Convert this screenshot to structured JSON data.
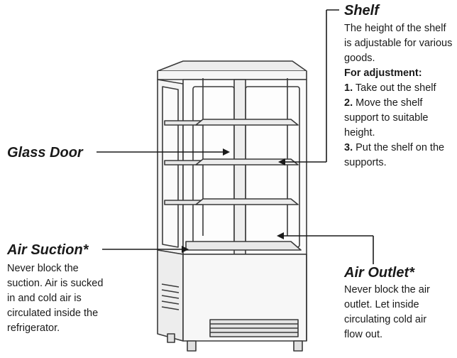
{
  "shelf": {
    "title": "Shelf",
    "description": "The height of the shelf is adjustable for various goods.",
    "adjustment_heading": "For adjustment:",
    "steps": [
      {
        "num": "1.",
        "text": "Take out the shelf"
      },
      {
        "num": "2.",
        "text": "Move the shelf support to suitable height."
      },
      {
        "num": "3.",
        "text": "Put the shelf on the supports."
      }
    ]
  },
  "glass_door": {
    "title": "Glass Door"
  },
  "air_suction": {
    "title": "Air Suction*",
    "description": "Never block the suction. Air is sucked in and cold air is circulated inside the refrigerator."
  },
  "air_outlet": {
    "title": "Air Outlet*",
    "description": "Never block the air outlet. Let inside circulating cold air flow out."
  },
  "colors": {
    "line": "#3a3a3a",
    "text": "#1a1a1a",
    "shadow": "#d9d9d9"
  }
}
